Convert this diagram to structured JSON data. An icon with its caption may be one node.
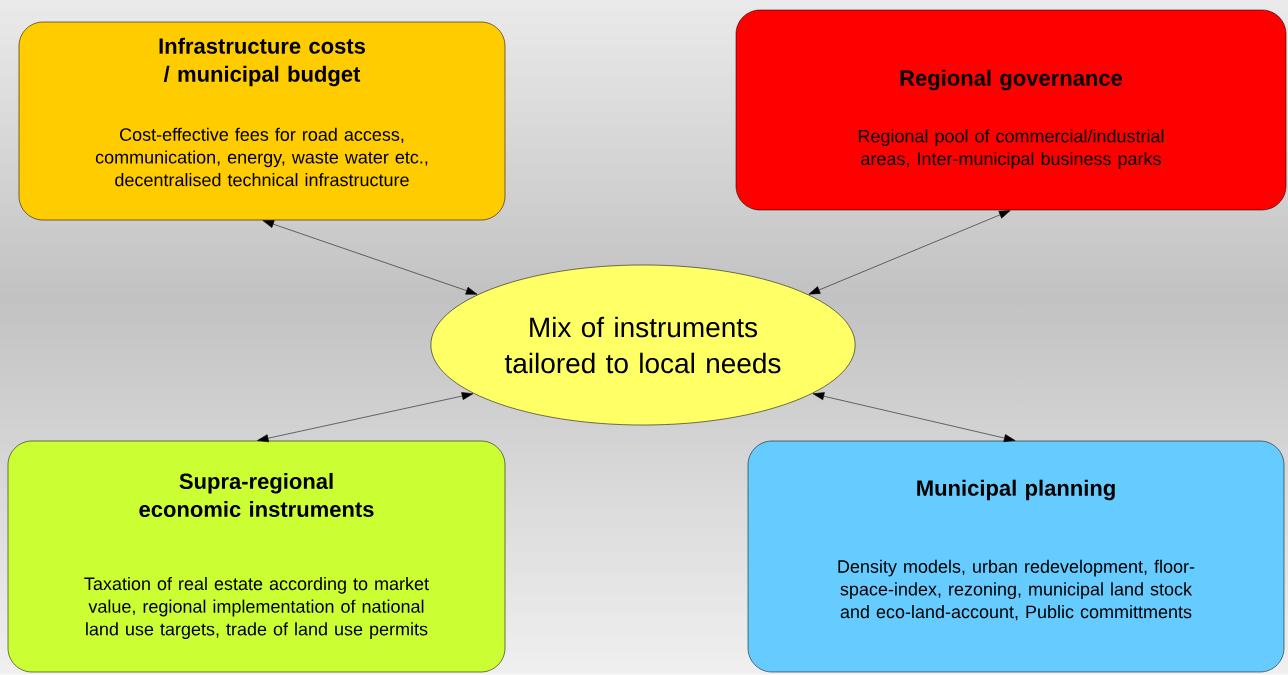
{
  "diagram": {
    "nodes": [
      {
        "text": [
          "Infrastructure costs / municipal budget",
          "Cost-effective fees for road access, communication, energy, waste water etc., decentralised technical infrastructure"
        ]
      },
      {
        "text": [
          "Regional governance",
          "Regional pool of commercial/industrial areas, Inter-municipal business parks"
        ]
      },
      {
        "text": [
          "Mix of instruments tailored to local needs"
        ]
      },
      {
        "text": [
          "Supra-regional economic instruments",
          "Taxation of real estate according to market value, regional implementation of national land use targets, trade of land use permits"
        ]
      },
      {
        "text": [
          "Municipal planning",
          "Density models, urban redevelopment, floor-space-index, rezoning, municipal land stock and eco-land-account, Public committments"
        ]
      }
    ],
    "edges": [
      {
        "from": 2,
        "to": 0,
        "arrow": "both"
      },
      {
        "from": 2,
        "to": 1,
        "arrow": "both"
      },
      {
        "from": 2,
        "to": 3,
        "arrow": "both"
      },
      {
        "from": 2,
        "to": 4,
        "arrow": "both"
      }
    ]
  }
}
